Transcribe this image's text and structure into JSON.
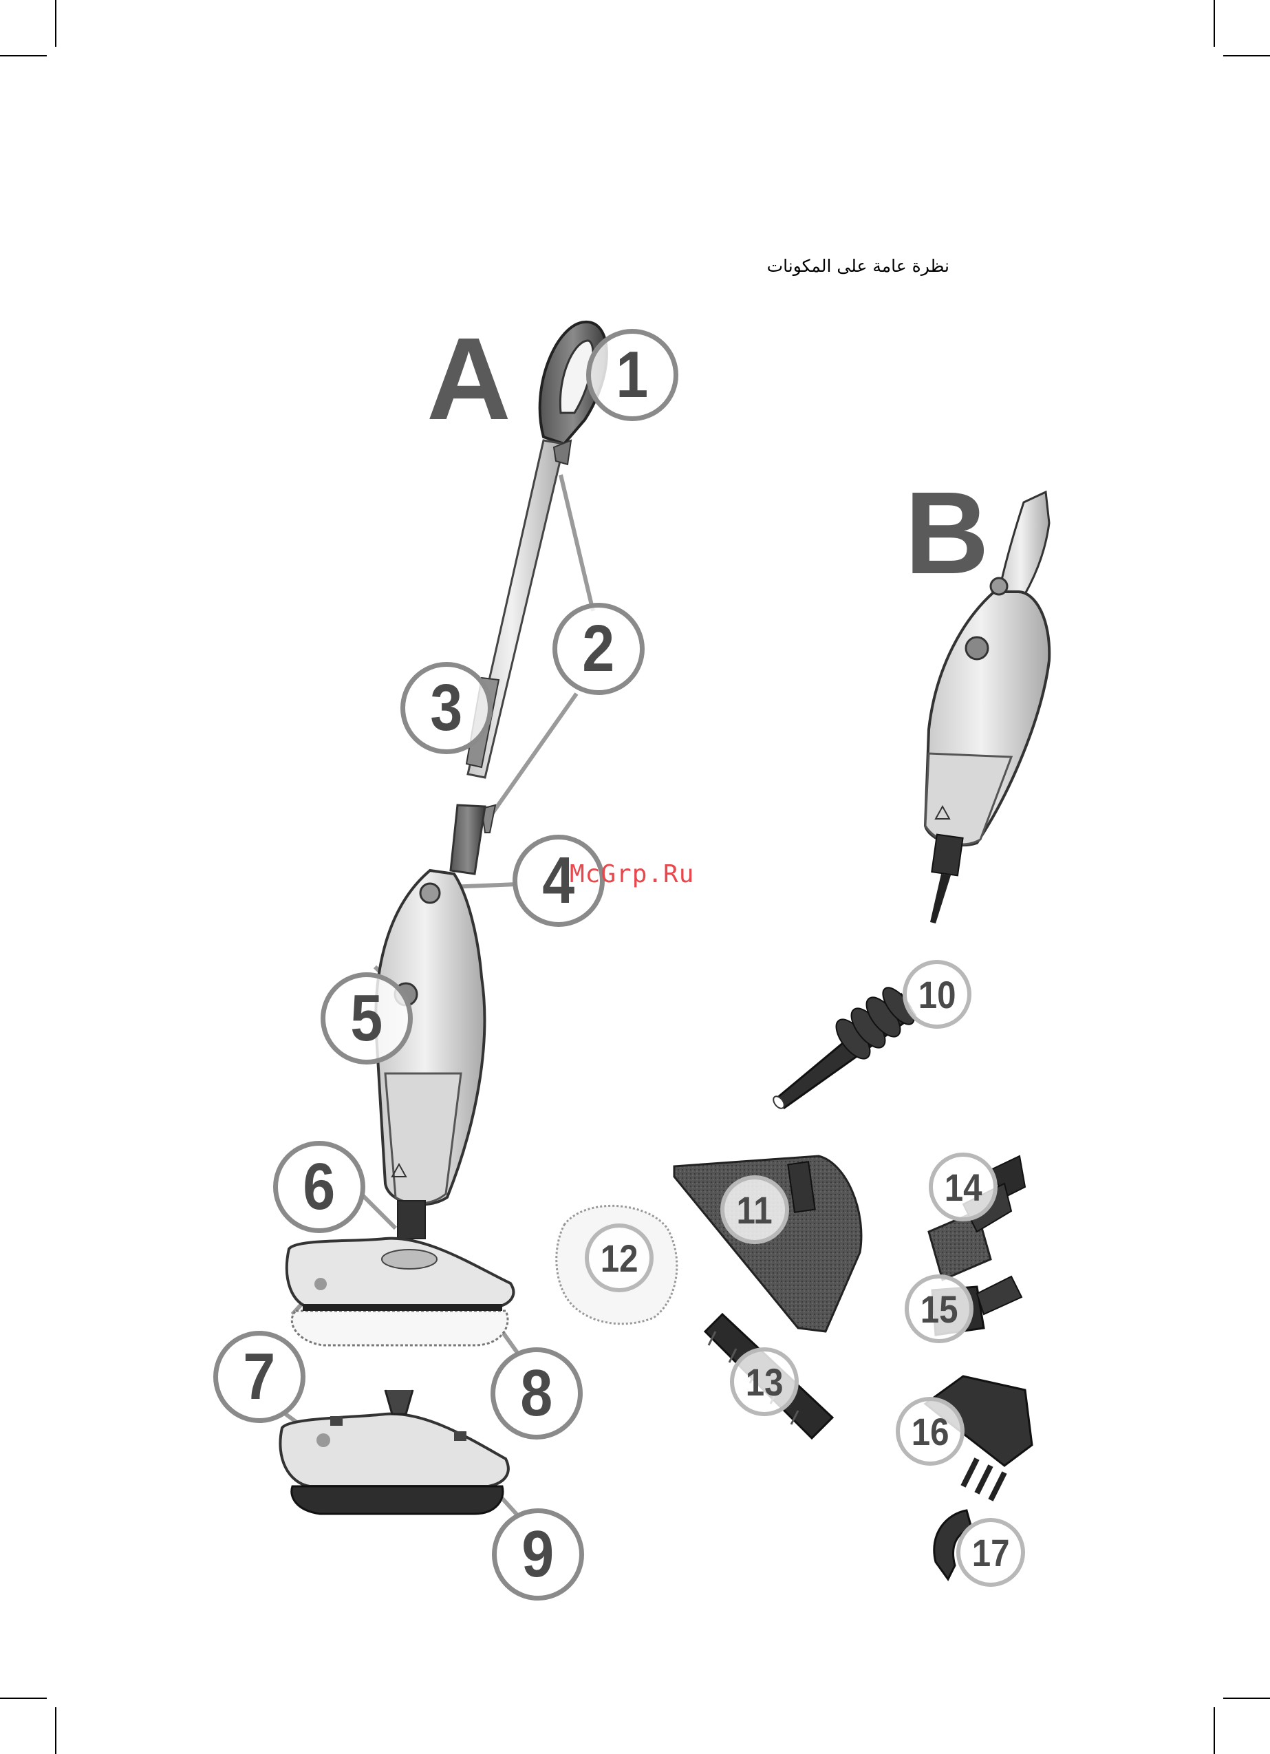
{
  "header": {
    "title_ar": "نظرة عامة على المكونات"
  },
  "watermark": "McGrp.Ru",
  "sections": [
    {
      "letter": "A",
      "label": "A"
    },
    {
      "letter": "B",
      "label": "B"
    }
  ],
  "callouts": [
    {
      "id": 1,
      "label": "1"
    },
    {
      "id": 2,
      "label": "2"
    },
    {
      "id": 3,
      "label": "3"
    },
    {
      "id": 4,
      "label": "4"
    },
    {
      "id": 5,
      "label": "5"
    },
    {
      "id": 6,
      "label": "6"
    },
    {
      "id": 7,
      "label": "7"
    },
    {
      "id": 8,
      "label": "8"
    },
    {
      "id": 9,
      "label": "9"
    },
    {
      "id": 10,
      "label": "10"
    },
    {
      "id": 11,
      "label": "11"
    },
    {
      "id": 12,
      "label": "12"
    },
    {
      "id": 13,
      "label": "13"
    },
    {
      "id": 14,
      "label": "14"
    },
    {
      "id": 15,
      "label": "15"
    },
    {
      "id": 16,
      "label": "16"
    },
    {
      "id": 17,
      "label": "17"
    }
  ],
  "colors": {
    "callout_ring": "#8a8a8a",
    "callout_text": "#4a4a4a",
    "watermark": "#e8474b",
    "illustration_dark": "#2a2a2a",
    "illustration_mid": "#9a9a9a",
    "illustration_light": "#dcdcdc"
  }
}
